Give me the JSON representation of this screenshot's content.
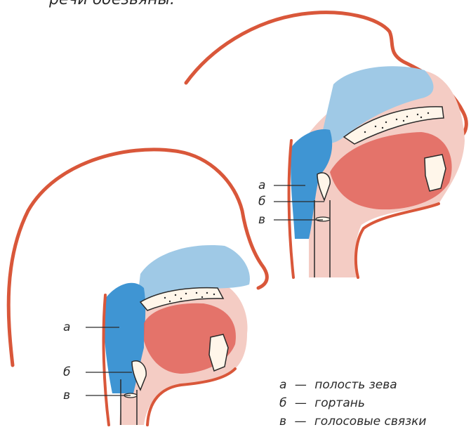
{
  "caption_fragment": "речи обезьяны.",
  "top_figure": {
    "labels": {
      "a": "а",
      "b": "б",
      "v": "в"
    }
  },
  "bottom_figure": {
    "labels": {
      "a": "а",
      "b": "б",
      "v": "в"
    }
  },
  "legend": [
    {
      "letter": "а",
      "dash": "—",
      "text": "полость зева"
    },
    {
      "letter": "б",
      "dash": "—",
      "text": "гортань"
    },
    {
      "letter": "в",
      "dash": "—",
      "text": "голосовые связки"
    }
  ],
  "colors": {
    "outline": "#d9573a",
    "cavity_blue": "#3f95d3",
    "nasal_blue": "#9fc9e6",
    "tongue_red": "#e0635b",
    "tissue_pink": "#f4ccc4",
    "ink": "#2a2a2a"
  }
}
